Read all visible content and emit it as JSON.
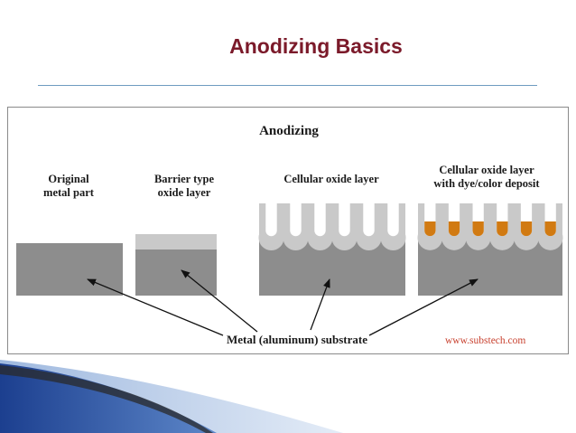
{
  "slide": {
    "title": "Anodizing Basics",
    "title_color": "#7b1a2a",
    "rule_color": "#6f9bc0"
  },
  "figure": {
    "title": "Anodizing",
    "stages": [
      {
        "line1": "Original",
        "line2": "metal part"
      },
      {
        "line1": "Barrier type",
        "line2": "oxide layer"
      },
      {
        "line1": "Cellular oxide layer",
        "line2": ""
      },
      {
        "line1": "Cellular oxide layer",
        "line2": "with dye/color deposit"
      }
    ],
    "substrate_label": "Metal (aluminum) substrate",
    "source": "www.substech.com",
    "colors": {
      "substrate": "#8d8d8d",
      "oxide": "#c9c9c9",
      "dye": "#d17a12",
      "source_text": "#c8412f"
    }
  }
}
